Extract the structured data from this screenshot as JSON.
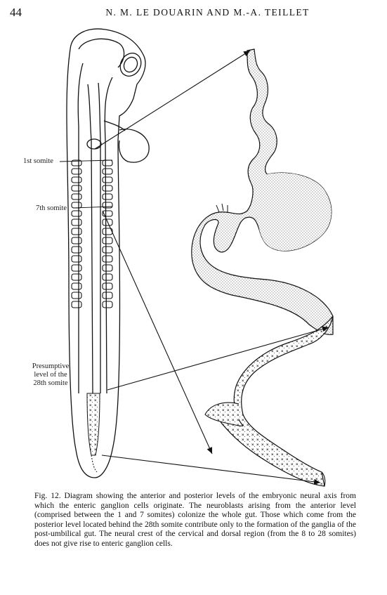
{
  "header": {
    "page_number": "44",
    "running_title": "N. M. LE DOUARIN AND M.-A. TEILLET"
  },
  "figure": {
    "labels": {
      "first_somite": "1st somite",
      "seventh_somite": "7th somite",
      "presumptive_line1": "Presumptive",
      "presumptive_line2": "level of the",
      "presumptive_line3": "28th somite"
    }
  },
  "caption": {
    "text": "Fig. 12. Diagram showing the anterior and posterior levels of the embryonic neural axis from which the enteric ganglion cells originate. The neuroblasts arising from the anterior level (comprised between the 1 and 7 somites) colonize the whole gut. Those which come from the posterior level located behind the 28th somite contribute only to the formation of the ganglia of the post-umbilical gut. The neural crest of the cervical and dorsal region (from the 8 to 28 somites) does not give rise to enteric ganglion cells."
  },
  "colors": {
    "ink": "#111111",
    "paper": "#ffffff"
  }
}
